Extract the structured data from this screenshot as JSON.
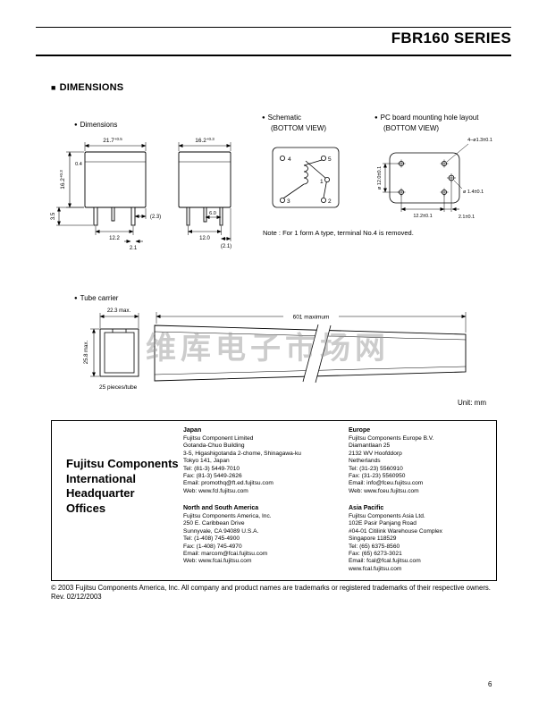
{
  "page": {
    "title": "FBR160 SERIES",
    "section_heading": "DIMENSIONS",
    "note": "Note : For 1 form A type, terminal No.4 is removed.",
    "unit_note": "Unit: mm",
    "watermark": "维库电子市场网",
    "page_number": "6"
  },
  "icons": {
    "bullet": "●",
    "square": "■"
  },
  "labels": {
    "dimensions": "Dimensions",
    "schematic": "Schematic",
    "schematic_view": "(BOTTOM VIEW)",
    "pcb": "PC board mounting hole layout",
    "pcb_view": "(BOTTOM VIEW)",
    "tube": "Tube carrier"
  },
  "front_view": {
    "width_val": "21.7",
    "width_tol": "+0.5",
    "height_val": "16.2",
    "height_tol": "+0.3",
    "top_step": "0.4",
    "pin_length": "3.5",
    "pin_pitch": "12.2",
    "pin_width": "2.1",
    "edge_offset": "(2.3)"
  },
  "side_view": {
    "width_val": "16.2",
    "width_tol": "+0.3",
    "pin_gap": "6.0",
    "pin_pitch": "12.0",
    "edge_offset": "(2.1)"
  },
  "schematic": {
    "t4": "4",
    "t5": "5",
    "t1": "1",
    "t3": "3",
    "t2": "2"
  },
  "pcb": {
    "corner_holes": "4–ø1.3±0.1",
    "row_pitch": "ø 12.0±0.1",
    "col_pitch": "12.2±0.1",
    "mid_offset": "2.1±0.1",
    "mid_hole": "ø 1.4±0.1"
  },
  "tube": {
    "width": "22.3 max.",
    "height": "25.8 max.",
    "length": "601 maximum",
    "pieces": "25 pieces/tube"
  },
  "footer": {
    "title_lines": [
      "Fujitsu Components",
      "International",
      "Headquarter",
      "Offices"
    ],
    "offices": [
      {
        "region": "Japan",
        "lines": [
          "Fujitsu Component Limited",
          "Gotanda-Chuo Building",
          "3-5, Higashigotanda 2-chome, Shinagawa-ku",
          "Tokyo 141, Japan",
          "Tel: (81-3) 5449-7010",
          "Fax: (81-3) 5449-2626",
          "Email: promothq@ft.ed.fujitsu.com",
          "Web: www.fcl.fujitsu.com"
        ]
      },
      {
        "region": "Europe",
        "lines": [
          "Fujitsu Components Europe B.V.",
          "Diamantlaan 25",
          "2132 WV Hoofddorp",
          "Netherlands",
          "Tel: (31-23) 5560910",
          "Fax: (31-23) 5560950",
          "Email: info@fceu.fujitsu.com",
          "Web: www.fceu.fujitsu.com"
        ]
      },
      {
        "region": "North and South America",
        "lines": [
          "Fujitsu Components America, Inc.",
          "250 E. Caribbean Drive",
          "Sunnyvale, CA  94089  U.S.A.",
          "Tel: (1-408) 745-4900",
          "Fax: (1-408) 745-4970",
          "Email: marcom@fcai.fujitsu.com",
          "Web: www.fcai.fujitsu.com"
        ]
      },
      {
        "region": "Asia Pacific",
        "lines": [
          "Fujitsu Components Asia Ltd.",
          "102E Pasir Panjang Road",
          "#04-01 Citilink Warehouse Complex",
          "Singapore  118529",
          "Tel: (65) 6375-8560",
          "Fax: (65) 6273-3021",
          "Email: fcal@fcal.fujitsu.com",
          "www.fcal.fujitsu.com"
        ]
      }
    ],
    "copyright": "© 2003 Fujitsu Components America, Inc.  All company and product names are trademarks or registered trademarks of their respective owners. Rev. 02/12/2003"
  }
}
